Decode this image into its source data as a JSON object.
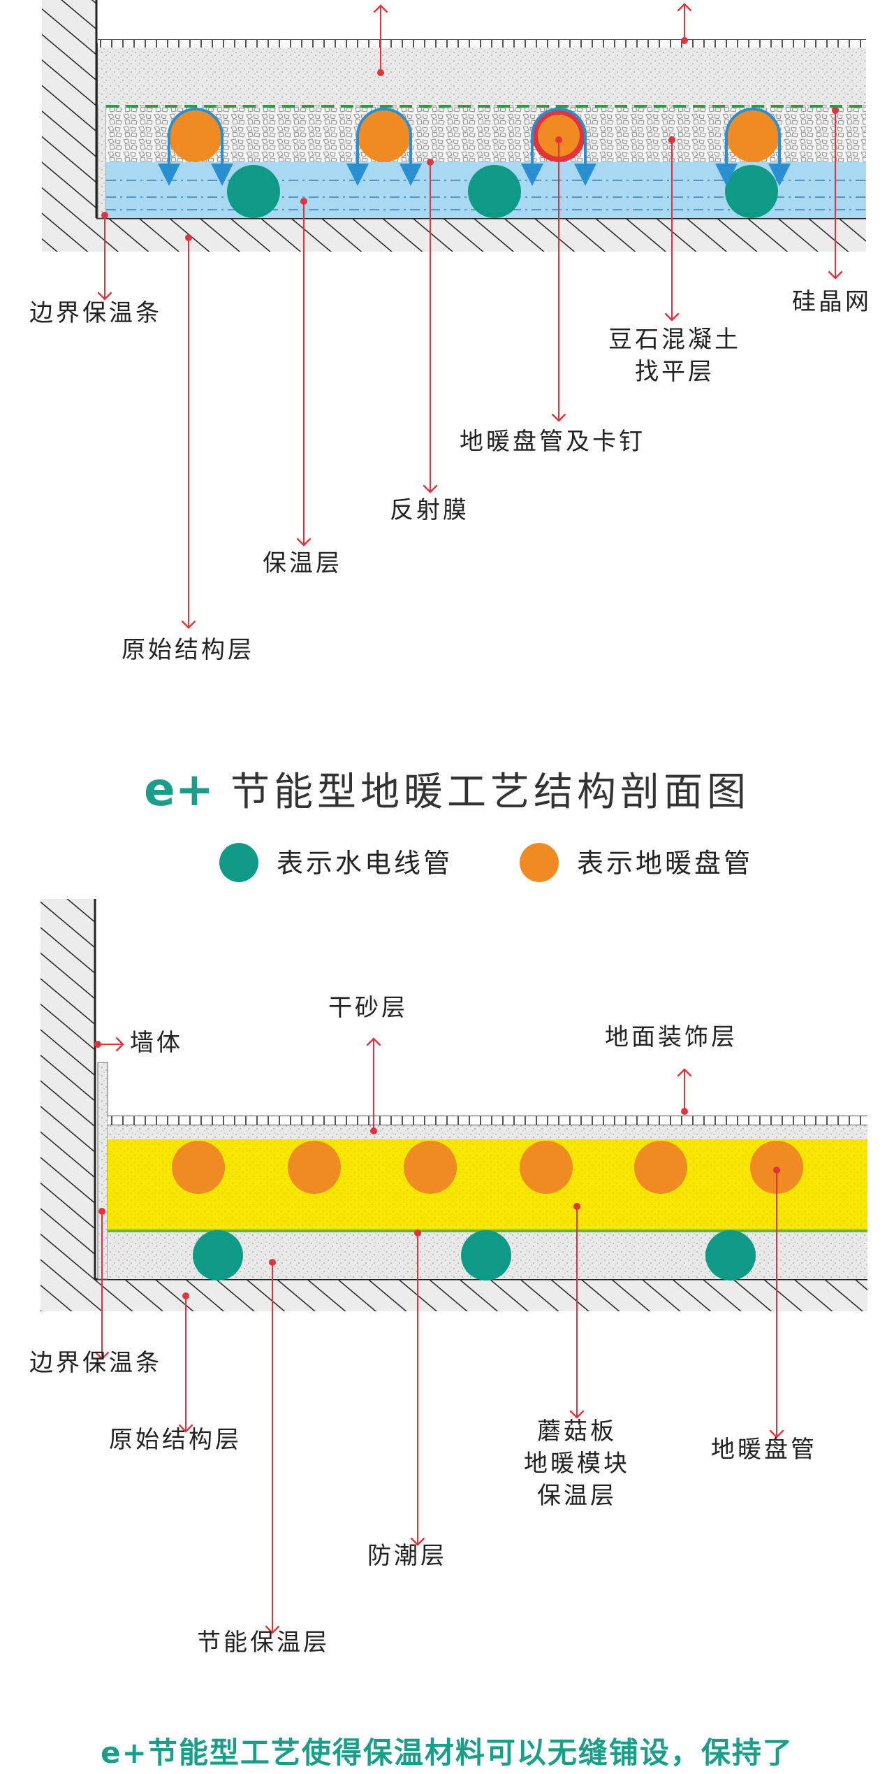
{
  "colors": {
    "teal": "#0f9a88",
    "orange": "#ef8b22",
    "red_line": "#e3323b",
    "yellow": "#f7e600",
    "light_blue": "#a8d8f2",
    "green_line": "#6cb33f",
    "brand_teal": "#1a9e8a"
  },
  "diagram1": {
    "labels": {
      "border_strip": "边界保温条",
      "silicon_mesh": "硅晶网",
      "pea_gravel_line1": "豆石混凝土",
      "pea_gravel_line2": "找平层",
      "heating_pipe_nail": "地暖盘管及卡钉",
      "reflective_film": "反射膜",
      "insulation": "保温层",
      "structure": "原始结构层"
    }
  },
  "title": {
    "brand": "e+",
    "text": "节能型地暖工艺结构剖面图"
  },
  "legend": {
    "utility_pipe": "表示水电线管",
    "heating_pipe": "表示地暖盘管"
  },
  "diagram2": {
    "labels": {
      "wall": "墙体",
      "dry_sand": "干砂层",
      "floor_finish": "地面装饰层",
      "border_strip": "边界保温条",
      "structure": "原始结构层",
      "mushroom_line1": "蘑菇板",
      "mushroom_line2": "地暖模块",
      "mushroom_line3": "保温层",
      "heating_pipe": "地暖盘管",
      "moisture_proof": "防潮层",
      "energy_insulation": "节能保温层"
    }
  },
  "footer": {
    "text": "e+节能型工艺使得保温材料可以无缝铺设，保持了"
  }
}
